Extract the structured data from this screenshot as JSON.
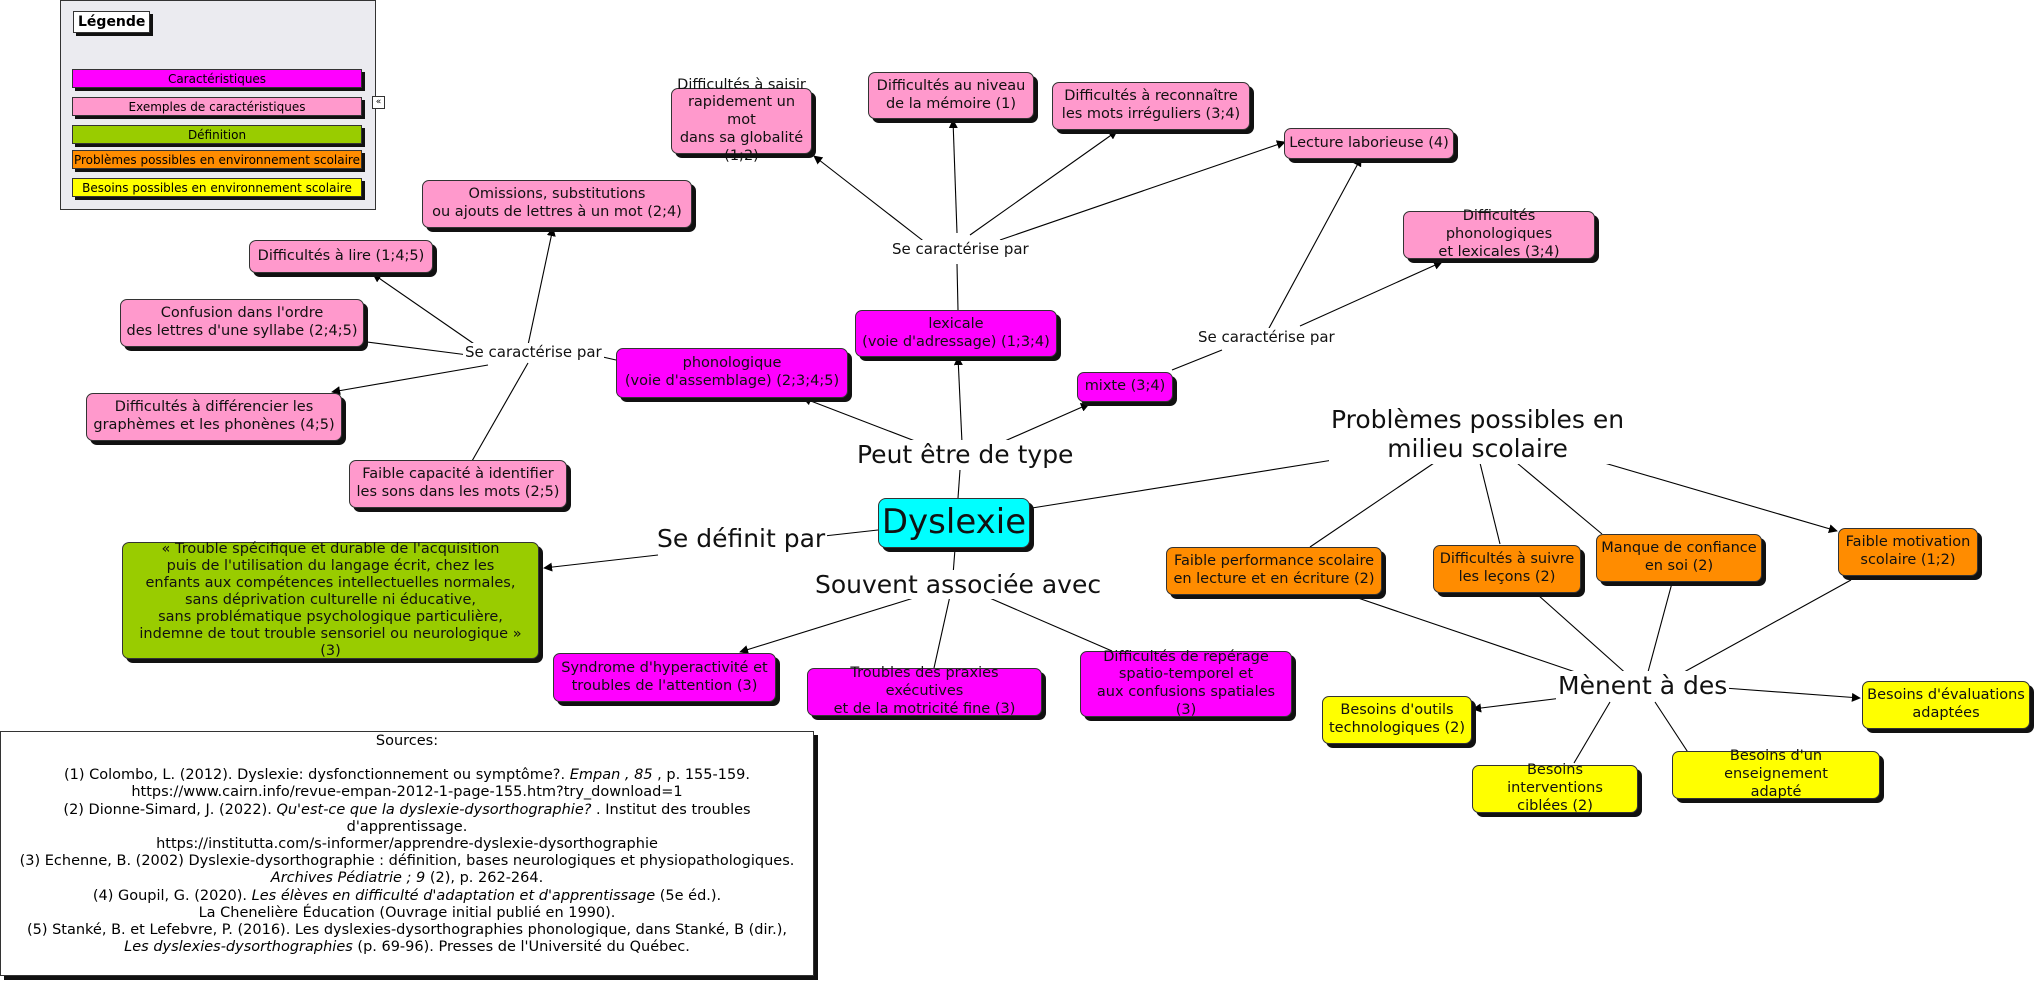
{
  "legend": {
    "title": "Légende",
    "items": [
      {
        "label": "Caractéristiques",
        "color": "#ff00ff"
      },
      {
        "label": "Exemples de caractéristiques",
        "color": "#ff99cc"
      },
      {
        "label": "Définition",
        "color": "#99cc00"
      },
      {
        "label": "Problèmes possibles en environnement scolaire",
        "color": "#ff8c00"
      },
      {
        "label": "Besoins possibles en environnement scolaire",
        "color": "#ffff00"
      }
    ],
    "collapse_icon": "«"
  },
  "central": "Dyslexie",
  "links": {
    "peut_etre": "Peut être de type",
    "se_definit": "Se définit par",
    "souvent_associee": "Souvent associée avec",
    "se_caracterise_1": "Se caractérise par",
    "se_caracterise_2": "Se caractérise par",
    "se_caracterise_3": "Se caractérise par",
    "problemes": "Problèmes possibles en\nmilieu scolaire",
    "menent": "Mènent à des"
  },
  "types": {
    "phonologique": "phonologique\n(voie d'assemblage) (2;3;4;5)",
    "lexicale": "lexicale\n(voie d'adressage) (1;3;4)",
    "mixte": "mixte (3;4)"
  },
  "phono_examples": {
    "omissions": "Omissions, substitutions\nou ajouts de lettres à un mot (2;4)",
    "lire": "Difficultés à lire (1;4;5)",
    "confusion": "Confusion dans l'ordre\ndes lettres d'une syllabe (2;4;5)",
    "differencier": "Difficultés à différencier les\ngraphèmes et les phonènes (4;5)",
    "identifier": "Faible capacité à identifier\nles sons dans les mots (2;5)"
  },
  "lex_examples": {
    "saisir": "Difficultés à saisir\nrapidement un mot\ndans sa globalité (1;2)",
    "memoire": "Difficultés au niveau\nde la mémoire (1)",
    "irreguliers": "Difficultés à reconnaître\nles mots irréguliers (3;4)",
    "laborieuse": "Lecture laborieuse (4)"
  },
  "mix_examples": {
    "phon_lex": "Difficultés phonologiques\net lexicales (3;4)"
  },
  "definition": "« Trouble spécifique et durable de l'acquisition\npuis de l'utilisation du langage écrit, chez les\nenfants aux compétences intellectuelles normales,\nsans déprivation culturelle ni éducative,\nsans problématique psychologique particulière,\nindemne de tout trouble sensoriel ou neurologique » (3)",
  "associated": {
    "tdah": "Syndrome d'hyperactivité et\ntroubles de l'attention (3)",
    "praxies": "Troubles des praxies exécutives\net de la motricité fine (3)",
    "reperage": "Difficultés de repérage\nspatio-temporel et\naux confusions spatiales (3)"
  },
  "problems": {
    "performance": "Faible performance scolaire\nen lecture et en écriture (2)",
    "lecons": "Difficultés à suivre\nles leçons (2)",
    "confiance": "Manque de confiance\nen soi (2)",
    "motivation": "Faible motivation\nscolaire (1;2)"
  },
  "needs": {
    "outils": "Besoins d'outils\ntechnologiques (2)",
    "interventions": "Besoins interventions\nciblées (2)",
    "enseignement": "Besoins d'un enseignement\nadapté",
    "evaluations": "Besoins d'évaluations\nadaptées"
  },
  "sources": {
    "title": "Sources:",
    "s1_pre": "(1) Colombo, L. (2012). Dyslexie: dysfonctionnement ou symptôme?. ",
    "s1_journal": "Empan , 85",
    "s1_post": " , p. 155-159.",
    "s1_url": "https://www.cairn.info/revue-empan-2012-1-page-155.htm?try_download=1",
    "s2_pre": "(2) Dionne-Simard, J. (2022). ",
    "s2_title": "Qu'est-ce que la dyslexie-dysorthographie?",
    "s2_post": " . Institut des troubles d'apprentissage.",
    "s2_url": "https://institutta.com/s-informer/apprendre-dyslexie-dysorthographie",
    "s3_line": "(3) Echenne, B. (2002) Dyslexie-dysorthographie : définition, bases neurologiques et physiopathologiques.",
    "s3_journal": "Archives Pédiatrie  ; 9",
    "s3_post": "  (2), p. 262-264.",
    "s4_pre": "(4) Goupil, G. (2020). ",
    "s4_title": "Les élèves en difficulté d'adaptation et d'apprentissage",
    "s4_post": "  (5e éd.).",
    "s4_line2": "La Chenelière Éducation (Ouvrage initial publié en 1990).",
    "s5_line": "(5) Stanké, B. et Lefebvre, P. (2016). Les dyslexies-dysorthographies phonologique, dans Stanké, B (dir.),",
    "s5_title": "Les dyslexies-dysorthographies",
    "s5_post": "  (p. 69-96). Presses de l'Université du Québec."
  }
}
